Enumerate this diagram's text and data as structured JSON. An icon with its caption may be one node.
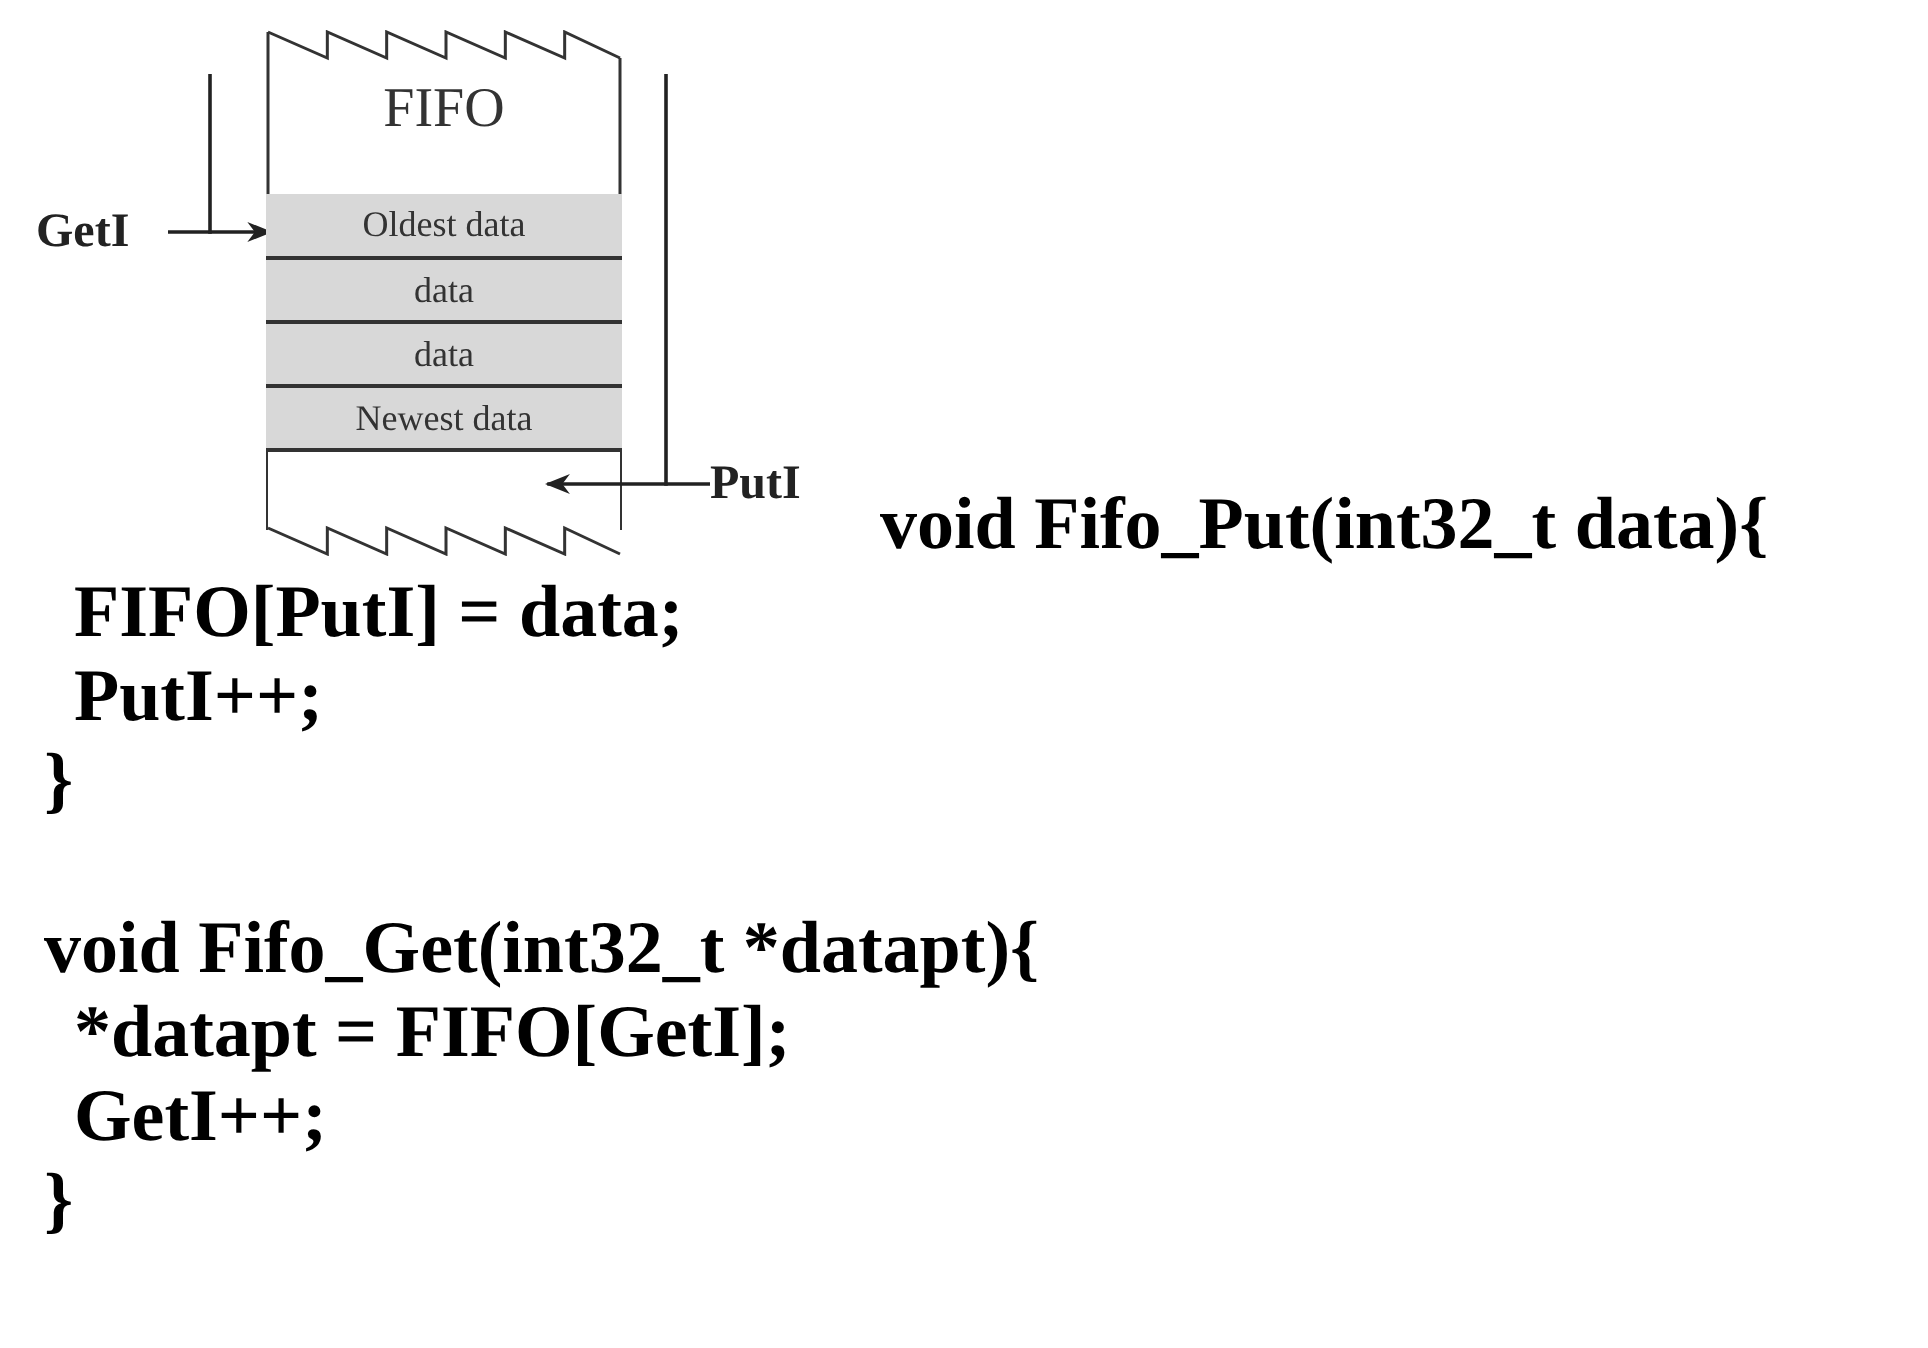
{
  "diagram": {
    "nodes": [
      {
        "text": [
          "FIFO"
        ]
      },
      {
        "text": [
          "Oldest data"
        ],
        "in": 0
      },
      {
        "text": [
          "data"
        ],
        "in": 0
      },
      {
        "text": [
          "data"
        ],
        "in": 0
      },
      {
        "text": [
          "Newest data"
        ],
        "in": 0
      },
      {
        "text": [],
        "shape": "box",
        "in": 0
      },
      {
        "text": [
          "GetI"
        ]
      },
      {
        "text": [
          "PutI"
        ]
      }
    ],
    "edges": [
      {
        "from": 6,
        "to": 1,
        "arrow": "to"
      },
      {
        "from": 7,
        "to": 5,
        "arrow": "to"
      }
    ],
    "labels": [
      "void Fifo_Put(int32_t data){",
      "FIFO[PutI] = data;",
      "PutI++;",
      "}",
      "void Fifo_Get(int32_t *datapt){",
      "*datapt = FIFO[GetI];",
      "GetI++;",
      "}"
    ]
  }
}
